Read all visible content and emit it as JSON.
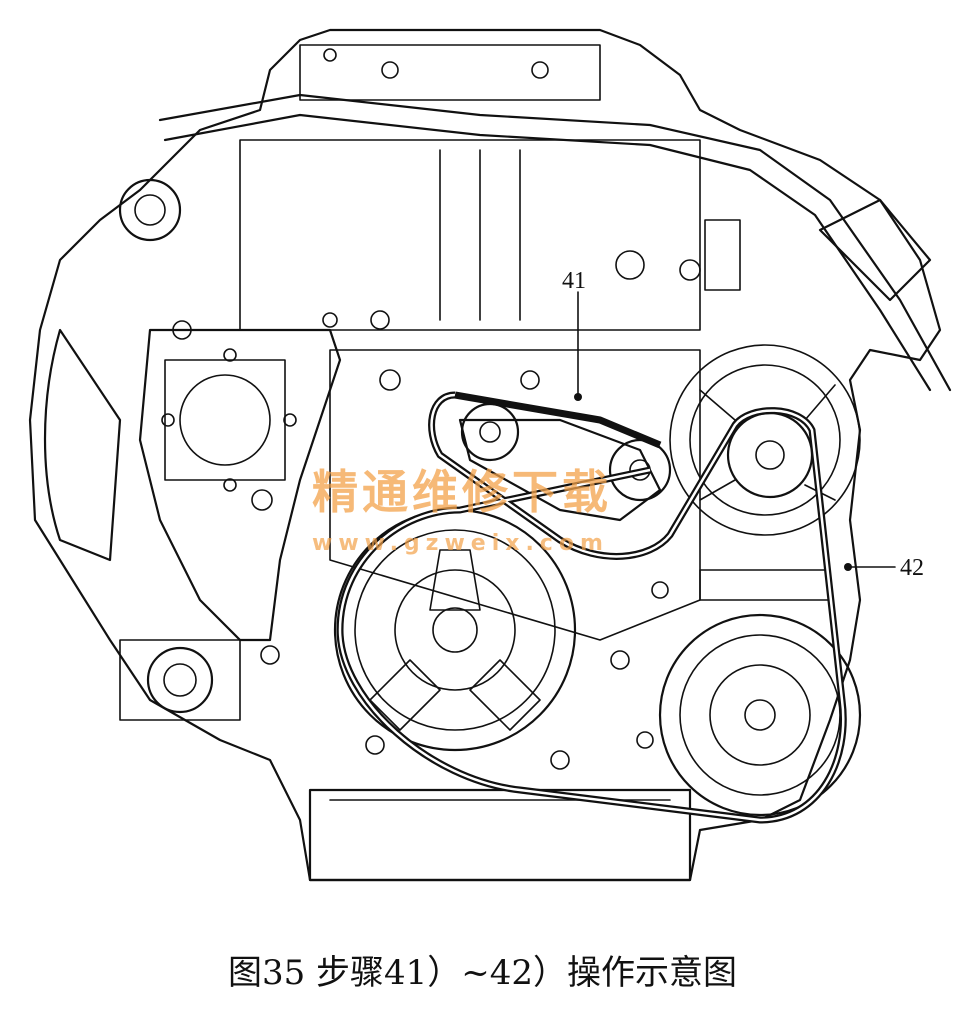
{
  "caption": "图35   步骤41）~42）操作示意图",
  "callouts": {
    "label_41": "41",
    "label_42": "42"
  },
  "watermark": {
    "text": "精通维修下载",
    "url": "www.gzweix.com",
    "color": "#f3a24a"
  }
}
